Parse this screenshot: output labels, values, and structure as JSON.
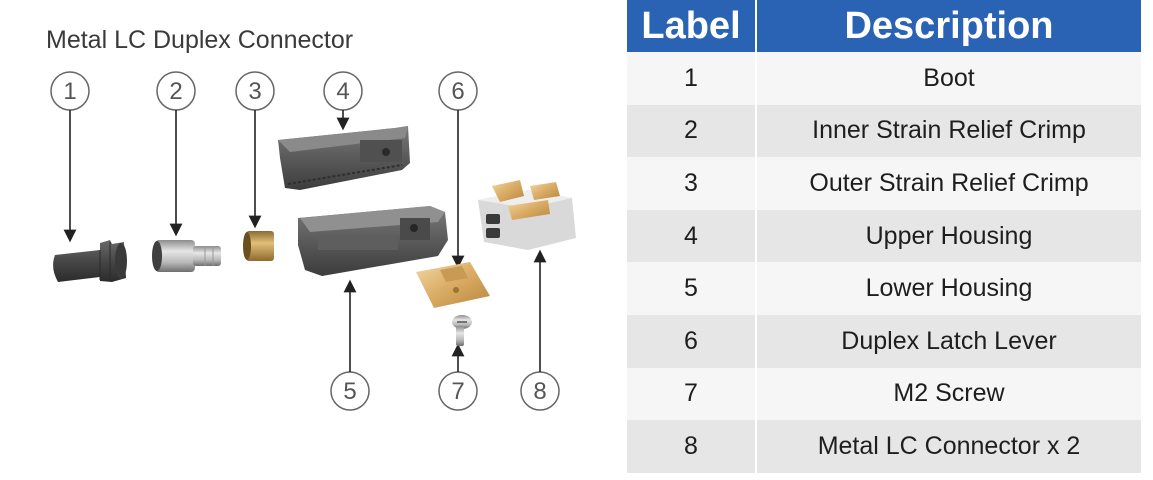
{
  "diagram": {
    "title": "Metal LC Duplex Connector",
    "callouts": [
      "1",
      "2",
      "3",
      "4",
      "5",
      "6",
      "7",
      "8"
    ]
  },
  "table": {
    "headers": {
      "label": "Label",
      "description": "Description"
    },
    "rows": [
      {
        "label": "1",
        "description": "Boot"
      },
      {
        "label": "2",
        "description": "Inner Strain Relief Crimp"
      },
      {
        "label": "3",
        "description": "Outer Strain Relief Crimp"
      },
      {
        "label": "4",
        "description": "Upper Housing"
      },
      {
        "label": "5",
        "description": "Lower Housing"
      },
      {
        "label": "6",
        "description": "Duplex Latch Lever"
      },
      {
        "label": "7",
        "description": "M2 Screw"
      },
      {
        "label": "8",
        "description": "Metal LC Connector x 2"
      }
    ]
  },
  "colors": {
    "header_bg": "#2a63b4",
    "header_text": "#ffffff",
    "row_shade_a": "#e6e6e6",
    "row_shade_b": "#f6f6f6"
  }
}
